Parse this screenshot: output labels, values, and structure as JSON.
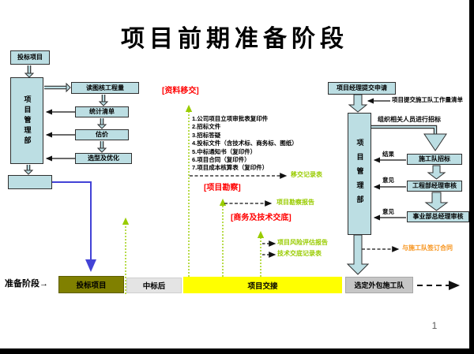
{
  "slide": {
    "title": "项目前期准备阶段",
    "page_number": "1"
  },
  "left_flow": {
    "start": "投标项目",
    "department": "项目管理部",
    "steps": [
      "读图核工程量",
      "统计清单",
      "估价",
      "选型及优化"
    ],
    "end_box": ""
  },
  "middle": {
    "transfer_label": "[资料移交]",
    "transfer_items": [
      "1.公司项目立项审批表复印件",
      "2.招标文件",
      "3.招标答疑",
      "4.投标文件（含技术标、商务标、图纸）",
      "5.中标通知书（复印件）",
      "6.项目合同（复印件）",
      "7.项目成本核算表（复印件）"
    ],
    "transfer_output": "移交记录表",
    "survey_label": "[项目勘察]",
    "survey_output": "项目勘察报告",
    "briefing_label": "[商务及技术交底]",
    "briefing_outputs": [
      "项目风险评估报告",
      "技术交底记录表"
    ]
  },
  "right_flow": {
    "request": "项目经理提交申请",
    "worklist_note": "项目提交施工队工作量清单",
    "organize_note": "组织相关人员进行招标",
    "department": "项目管理部",
    "bid_box": "施工队招标",
    "result_label": "结果",
    "review1": "工程部经理审核",
    "opinion1": "意见",
    "review2": "事业部总经理审核",
    "opinion2": "意见",
    "sign_note": "与施工队签订合同"
  },
  "timeline": {
    "label": "准备阶段→",
    "phase1": "投标项目",
    "phase2": "中标后",
    "phase3": "项目交接",
    "phase4": "选定外包施工队"
  },
  "colors": {
    "box_fill": "#bcdee3",
    "box_border": "#2f2f2f",
    "red": "#ff0000",
    "green": "#99cc00",
    "orange": "#f7941d",
    "olive": "#808000",
    "yellow": "#ffff00",
    "gray_box": "#c6c6c6",
    "light_gray_box": "#e4e4e4",
    "blue_arrow": "#4343d6"
  }
}
